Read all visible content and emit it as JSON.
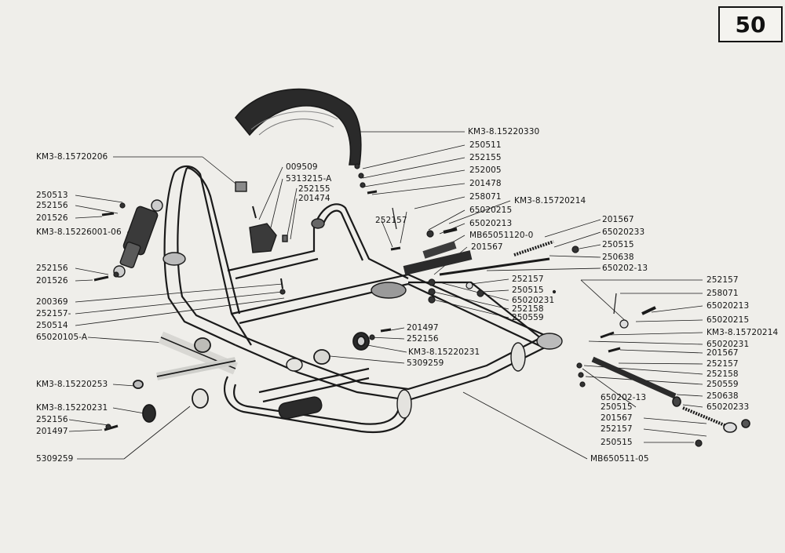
{
  "page_number": "50",
  "labels": [
    {
      "id": "kmz-15220330",
      "text": "KM3-8.15220330"
    },
    {
      "id": "l250511",
      "text": "250511"
    },
    {
      "id": "l252155a",
      "text": "252155"
    },
    {
      "id": "l252005",
      "text": "252005"
    },
    {
      "id": "l201478",
      "text": "201478"
    },
    {
      "id": "l258071a",
      "text": "258071"
    },
    {
      "id": "kmz-15720214a",
      "text": "KM3-8.15720214"
    },
    {
      "id": "l65020215a",
      "text": "65020215"
    },
    {
      "id": "l65020213a",
      "text": "65020213"
    },
    {
      "id": "mb65051120",
      "text": "MB65051120-0"
    },
    {
      "id": "l201567a",
      "text": "201567"
    },
    {
      "id": "l201567b",
      "text": "201567"
    },
    {
      "id": "l65020233a",
      "text": "65020233"
    },
    {
      "id": "l250515a",
      "text": "250515"
    },
    {
      "id": "l250638a",
      "text": "250638"
    },
    {
      "id": "l650202a",
      "text": "650202-13"
    },
    {
      "id": "l252157a",
      "text": "252157"
    },
    {
      "id": "l250515b",
      "text": "250515"
    },
    {
      "id": "l65020231a",
      "text": "65020231"
    },
    {
      "id": "l252158a",
      "text": "252158"
    },
    {
      "id": "l250559a",
      "text": "250559"
    },
    {
      "id": "l252157b",
      "text": "252157"
    },
    {
      "id": "l258071b",
      "text": "258071"
    },
    {
      "id": "l65020213b",
      "text": "65020213"
    },
    {
      "id": "l65020215b",
      "text": "65020215"
    },
    {
      "id": "kmz-15720214b",
      "text": "KM3-8.15720214"
    },
    {
      "id": "l65020231b",
      "text": "65020231"
    },
    {
      "id": "l201567c",
      "text": "201567"
    },
    {
      "id": "l252157c",
      "text": "252157"
    },
    {
      "id": "l252158b",
      "text": "252158"
    },
    {
      "id": "l250559b",
      "text": "250559"
    },
    {
      "id": "l650202b",
      "text": "650202-13"
    },
    {
      "id": "l250638b",
      "text": "250638"
    },
    {
      "id": "l250515c",
      "text": "250515"
    },
    {
      "id": "l65020233b",
      "text": "65020233"
    },
    {
      "id": "l201567d",
      "text": "201567"
    },
    {
      "id": "l252157d",
      "text": "252157"
    },
    {
      "id": "l250515d",
      "text": "250515"
    },
    {
      "id": "mb650511",
      "text": "MB650511-05"
    },
    {
      "id": "kmz-15720206",
      "text": "KM3-8.15720206"
    },
    {
      "id": "l009509",
      "text": "009509"
    },
    {
      "id": "l5313215",
      "text": "5313215-A"
    },
    {
      "id": "l252155b",
      "text": "252155"
    },
    {
      "id": "l201474",
      "text": "201474"
    },
    {
      "id": "l250513",
      "text": "250513"
    },
    {
      "id": "l252156a",
      "text": "252156"
    },
    {
      "id": "l201526a",
      "text": "201526"
    },
    {
      "id": "kmz-15226001",
      "text": "KM3-8.15226001-06"
    },
    {
      "id": "l252157e",
      "text": "252157"
    },
    {
      "id": "l252156b",
      "text": "252156"
    },
    {
      "id": "l201526b",
      "text": "201526"
    },
    {
      "id": "l200369",
      "text": "200369"
    },
    {
      "id": "l252157f",
      "text": "252157-"
    },
    {
      "id": "l250514",
      "text": "250514"
    },
    {
      "id": "l65020105",
      "text": "65020105-A"
    },
    {
      "id": "l201497a",
      "text": "201497"
    },
    {
      "id": "l252156c",
      "text": "252156"
    },
    {
      "id": "kmz-15220231a",
      "text": "KM3-8.15220231"
    },
    {
      "id": "l5309259a",
      "text": "5309259"
    },
    {
      "id": "kmz-15220253",
      "text": "KM3-8.15220253"
    },
    {
      "id": "kmz-15220231b",
      "text": "KM3-8.15220231"
    },
    {
      "id": "l252156d",
      "text": "252156"
    },
    {
      "id": "l201497b",
      "text": "201497"
    },
    {
      "id": "l5309259b",
      "text": "5309259"
    }
  ]
}
